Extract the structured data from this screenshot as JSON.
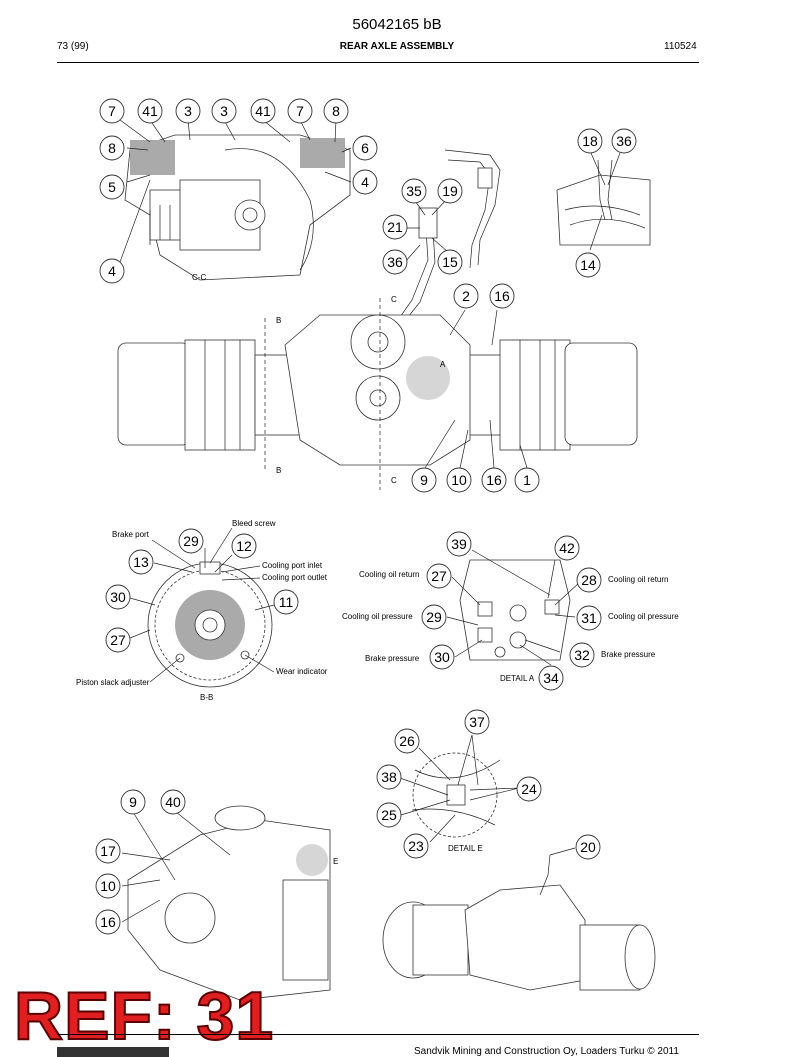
{
  "header": {
    "doc_number": "56042165 bB",
    "page": "73 (99)",
    "title": "REAR AXLE ASSEMBLY",
    "date": "110524"
  },
  "views": {
    "section_cc": "C-C",
    "section_bb": "B-B",
    "detail_a": "DETAIL A",
    "detail_e": "DETAIL E",
    "marker_b": "B",
    "marker_c": "C",
    "marker_a": "A",
    "marker_e": "E"
  },
  "labels": {
    "brake_port": "Brake port",
    "bleed_screw": "Bleed screw",
    "cooling_port_inlet": "Cooling port inlet",
    "cooling_port_outlet": "Cooling port outlet",
    "wear_indicator": "Wear indicator",
    "piston_slack_adjuster": "Piston slack adjuster",
    "cooling_oil_return_l": "Cooling oil return",
    "cooling_oil_return_r": "Cooling oil return",
    "cooling_oil_pressure_l": "Cooling oil pressure",
    "cooling_oil_pressure_r": "Cooling oil pressure",
    "brake_pressure_l": "Brake pressure",
    "brake_pressure_r": "Brake pressure"
  },
  "callouts": [
    "7",
    "41",
    "3",
    "3",
    "41",
    "7",
    "8",
    "8",
    "6",
    "5",
    "4",
    "4",
    "18",
    "36",
    "35",
    "19",
    "21",
    "36",
    "15",
    "14",
    "2",
    "16",
    "9",
    "10",
    "16",
    "1",
    "29",
    "12",
    "13",
    "30",
    "11",
    "27",
    "39",
    "42",
    "27",
    "28",
    "29",
    "31",
    "30",
    "32",
    "34",
    "37",
    "26",
    "38",
    "24",
    "25",
    "23",
    "20",
    "9",
    "40",
    "17",
    "10",
    "16"
  ],
  "ref_stamp": "REF: 31",
  "footer": {
    "copyright": "Sandvik Mining and Construction Oy, Loaders Turku © 2011"
  }
}
